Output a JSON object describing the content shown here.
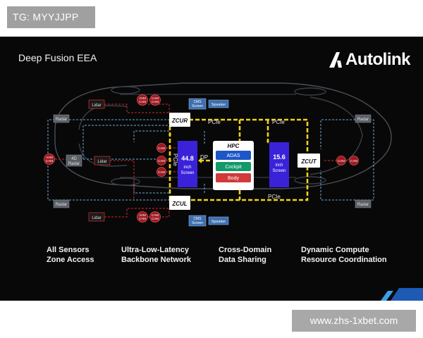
{
  "overlay_tag": "TG: MYYJJPP",
  "watermark": "www.zhs-1xbet.com",
  "slide": {
    "title": "Deep Fusion EEA",
    "brand": "Autolink",
    "captions": [
      {
        "line1": "All Sensors",
        "line2": "Zone Access"
      },
      {
        "line1": "Ultra-Low-Latency",
        "line2": "Backbone Network"
      },
      {
        "line1": "Cross-Domain",
        "line2": "Data Sharing"
      },
      {
        "line1": "Dynamic Compute",
        "line2": "Resource Coordination"
      }
    ]
  },
  "diagram": {
    "zones": {
      "zcur": "ZCUR",
      "zcul": "ZCUL",
      "zcut": "ZCUT"
    },
    "hpc": {
      "title": "HPC",
      "adas": "ADAS",
      "cockpit": "Cockpit",
      "body": "Body"
    },
    "screen_left": {
      "size": "44.8",
      "unit": "inch",
      "label": "Screen"
    },
    "screen_right": {
      "size": "15.6",
      "unit": "inch",
      "label": "Screen"
    },
    "links": {
      "pcie": "PCIe",
      "dp": "DP"
    },
    "sensors": {
      "lidar": "Lidar",
      "radar": "Radar",
      "radar4d_1": "4D",
      "radar4d_2": "Radar",
      "cam": "CAM",
      "avm": "AVM",
      "cms1": "CMS",
      "cms2": "Screen",
      "speaker": "Speaker"
    },
    "colors": {
      "backbone": "#f2d21a",
      "screen": "#3a22d8",
      "adas": "#1e56c8",
      "cockpit": "#129a6a",
      "body": "#d03a3a",
      "camera": "#9a1a22",
      "radar_line": "#6ea8d8",
      "cam_line": "#cc2a2a"
    }
  }
}
